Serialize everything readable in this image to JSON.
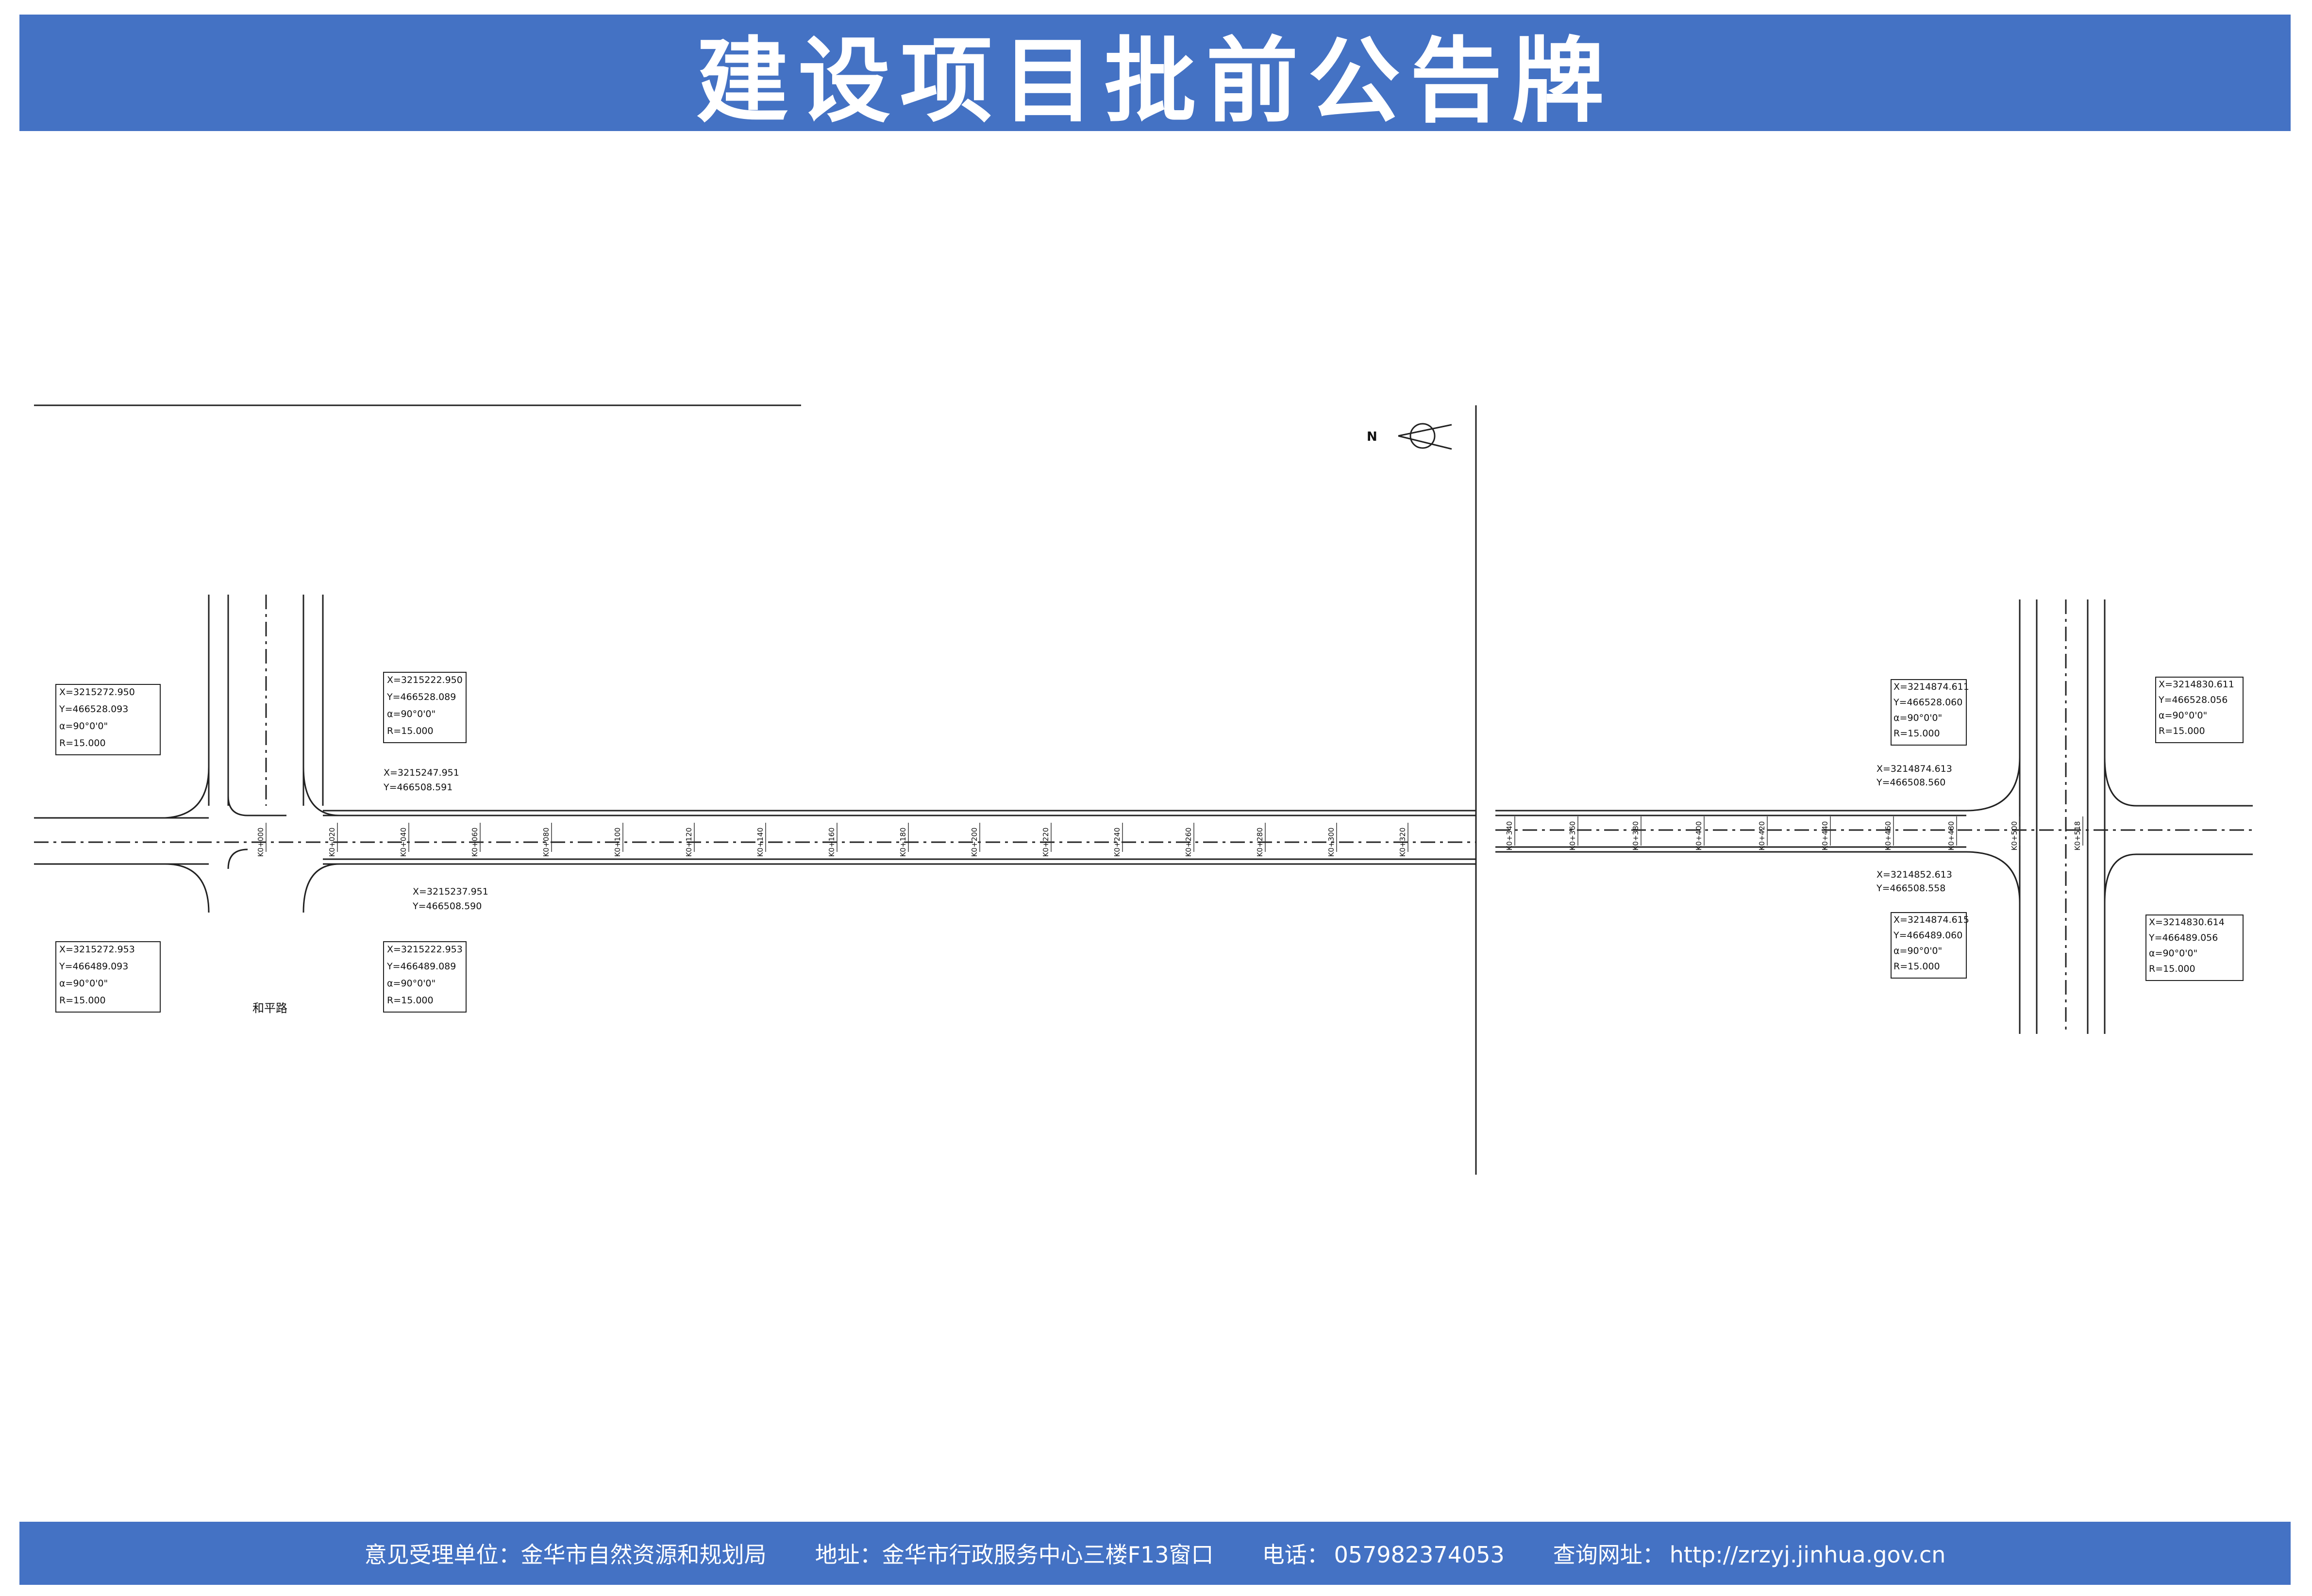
{
  "header": {
    "title": "建设项目批前公告牌"
  },
  "footer": {
    "unit_label": "意见受理单位：",
    "unit": "金华市自然资源和规划局",
    "address_label": "地址：",
    "address": "金华市行政服务中心三楼F13窗口",
    "phone_label": "电话：",
    "phone": "057982374053",
    "website_label": "查询网址：",
    "website": "http://zrzyj.jinhua.gov.cn"
  },
  "drawing": {
    "north_label": "N",
    "road_name": "和平路",
    "left_tl": [
      "X=3215272.950",
      "Y=466528.093",
      "α=90°0'0\"",
      "R=15.000"
    ],
    "left_tr": [
      "X=3215222.950",
      "Y=466528.089",
      "α=90°0'0\"",
      "R=15.000"
    ],
    "left_bl": [
      "X=3215272.953",
      "Y=466489.093",
      "α=90°0'0\"",
      "R=15.000"
    ],
    "left_br": [
      "X=3215222.953",
      "Y=466489.089",
      "α=90°0'0\"",
      "R=15.000"
    ],
    "left_mid_top": [
      "X=3215247.951",
      "Y=466508.591"
    ],
    "left_mid_bot": [
      "X=3215237.951",
      "Y=466508.590"
    ],
    "right_tl": [
      "X=3214874.611",
      "Y=466528.060",
      "α=90°0'0\"",
      "R=15.000"
    ],
    "right_tr": [
      "X=3214830.611",
      "Y=466528.056",
      "α=90°0'0\"",
      "R=15.000"
    ],
    "right_bl": [
      "X=3214874.615",
      "Y=466489.060",
      "α=90°0'0\"",
      "R=15.000"
    ],
    "right_br": [
      "X=3214830.614",
      "Y=466489.056",
      "α=90°0'0\"",
      "R=15.000"
    ],
    "right_mid_top": [
      "X=3214874.613",
      "Y=466508.560"
    ],
    "right_mid_bot": [
      "X=3214852.613",
      "Y=466508.558"
    ],
    "stations_left": [
      "K0+000",
      "K0+020",
      "K0+040",
      "K0+060",
      "K0+080",
      "K0+100",
      "K0+120",
      "K0+140",
      "K0+160",
      "K0+180",
      "K0+200",
      "K0+220",
      "K0+240",
      "K0+260",
      "K0+280",
      "K0+300",
      "K0+320"
    ],
    "stations_right": [
      "K0+340",
      "K0+360",
      "K0+380",
      "K0+400",
      "K0+420",
      "K0+440",
      "K0+460",
      "K0+480",
      "K0+500",
      "K0+518"
    ]
  }
}
